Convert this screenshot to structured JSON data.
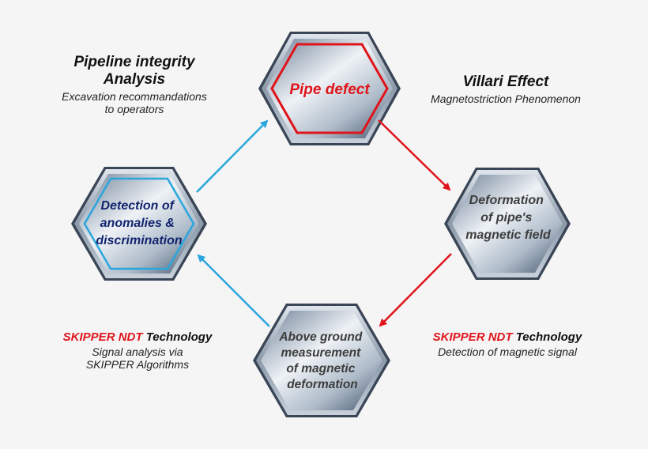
{
  "nodes": {
    "pipe_defect": {
      "lines": [
        "Pipe defect"
      ]
    },
    "deformation": {
      "lines": [
        "Deformation",
        "of pipe's",
        "magnetic field"
      ]
    },
    "measurement": {
      "lines": [
        "Above ground",
        "measurement",
        "of magnetic",
        "deformation"
      ]
    },
    "detection": {
      "lines": [
        "Detection of",
        "anomalies &",
        "discrimination"
      ]
    }
  },
  "annotations": {
    "pipeline": {
      "title_line1": "Pipeline integrity",
      "title_line2": "Analysis",
      "sub_line1": "Excavation recommandations",
      "sub_line2": "to operators"
    },
    "villari": {
      "title": "Villari Effect",
      "sub": "Magnetostriction Phenomenon"
    },
    "skipper_left": {
      "brand": "SKIPPER NDT",
      "word": "Technology",
      "sub_line1": "Signal analysis via",
      "sub_line2": "SKIPPER Algorithms"
    },
    "skipper_right": {
      "brand": "SKIPPER NDT",
      "word": "Technology",
      "sub": "Detection of magnetic signal"
    }
  },
  "colors": {
    "red": "#e0141b",
    "blue": "#2aa6dc",
    "navy": "#12246e",
    "gray_text": "#3d3d3d",
    "hex_frame": "#a8b5c3",
    "hex_face_light": "#e7ecf2",
    "hex_face_dark": "#5d6f85"
  }
}
